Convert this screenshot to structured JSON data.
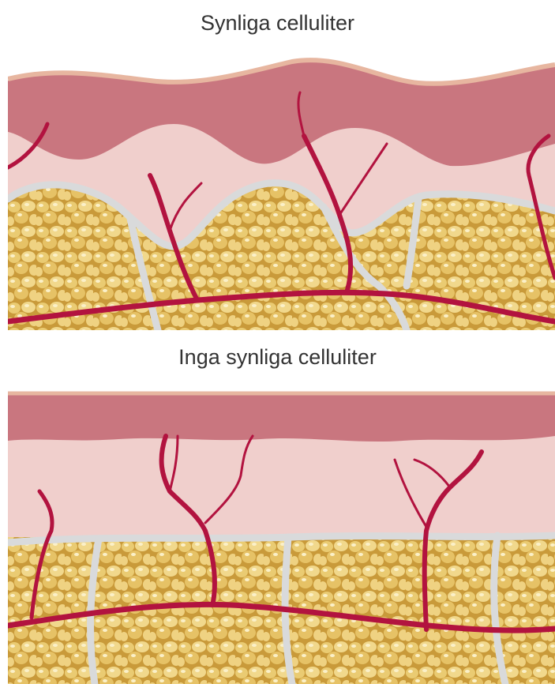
{
  "diagram": {
    "top_title": "Synliga celluliter",
    "bottom_title": "Inga synliga celluliter"
  },
  "colors": {
    "epidermis": "#c9767f",
    "epidermis_edge": "#e7b6a0",
    "dermis": "#f0cfcc",
    "fat": "#e8c46a",
    "fat_highlight": "#f6e3a8",
    "fat_shadow": "#b98f2a",
    "septa": "#d9dadb",
    "vessel": "#b2133f"
  },
  "icons": [
    "skin-cross-section-visible-cellulite",
    "skin-cross-section-no-cellulite"
  ]
}
